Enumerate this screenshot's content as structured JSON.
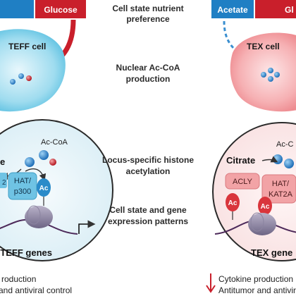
{
  "left_panel": {
    "nutrients": {
      "partial": "",
      "glucose": "Glucose"
    },
    "cell_label": "TEFF cell",
    "acoa_label": "Ac-CoA",
    "fragment_label": "e",
    "fragment_number": "2",
    "hat_line1": "HAT/",
    "hat_line2": "p300",
    "ac_badge": "Ac",
    "genes_label": "TEFF genes",
    "outcome_line1": "roduction",
    "outcome_line2": "and antiviral control"
  },
  "center": {
    "row1": [
      "Cell state nutrient",
      "preference"
    ],
    "row2": [
      "Nuclear Ac-CoA",
      "production"
    ],
    "row3": [
      "Locus-specific histone",
      "acetylation"
    ],
    "row4": [
      "Cell state and gene",
      "expression patterns"
    ]
  },
  "right_panel": {
    "nutrients": {
      "acetate": "Acetate",
      "partial": "Gl"
    },
    "cell_label": "TEX cell",
    "acoa_label": "Ac-C",
    "citrate_label": "Citrate",
    "acly_label": "ACLY",
    "hat_line1": "HAT/",
    "hat_line2": "KAT2A",
    "ac_badge_left": "Ac",
    "ac_badge_right": "Ac",
    "genes_label": "TEX gene",
    "outcome_line1": "Cytokine production",
    "outcome_line2": "Antitumor and antivir"
  },
  "colors": {
    "blue_nutrient": "#1f7fc4",
    "red_nutrient": "#c91f2b",
    "teff_cell": "#7fd0ea",
    "tex_cell": "#f29a9f",
    "nucleus_fill": "#e9f5fa",
    "hat_fill": "#6fc3e4",
    "ac_teff": "#2b8bc9",
    "ac_tex": "#d9353c",
    "acly_fill": "#f2a3a6"
  }
}
